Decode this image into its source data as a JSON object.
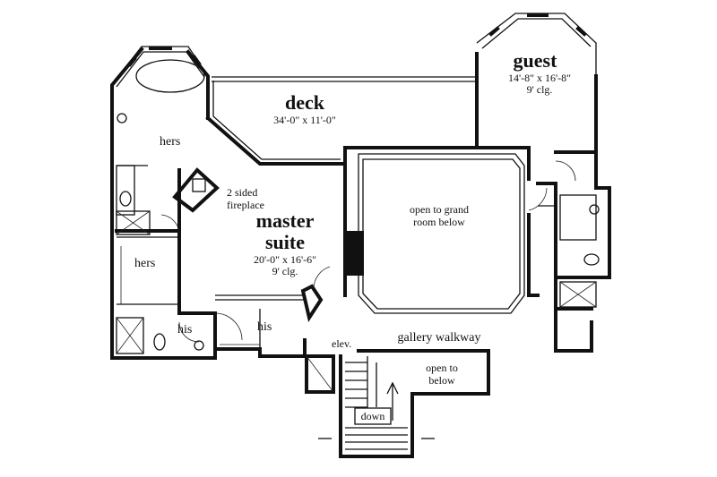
{
  "rooms": {
    "deck": {
      "name": "deck",
      "size": "34'-0\" x 11'-0\""
    },
    "guest": {
      "name": "guest",
      "size": "14'-8\" x 16'-8\"",
      "ceiling": "9' clg."
    },
    "master": {
      "name1": "master",
      "name2": "suite",
      "size": "20'-0\" x 16'-6\"",
      "ceiling": "9' clg."
    },
    "hers_upper": "hers",
    "hers_lower": "hers",
    "his_left": "his",
    "his_right": "his",
    "fireplace1": "2 sided",
    "fireplace2": "fireplace",
    "open_grand1": "open to grand",
    "open_grand2": "room below",
    "gallery": "gallery walkway",
    "elev": "elev.",
    "open_below1": "open to",
    "open_below2": "below",
    "down": "down"
  }
}
